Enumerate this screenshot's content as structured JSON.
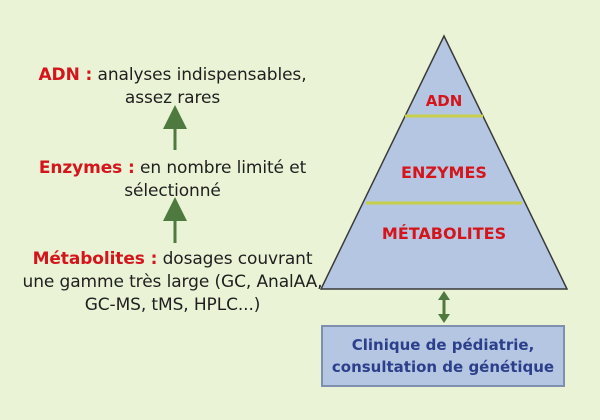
{
  "left_column": {
    "adn": {
      "label": "ADN :",
      "text": " analyses indispensables, assez rares"
    },
    "enzymes": {
      "label": "Enzymes :",
      "text": " en nombre limité et sélectionné"
    },
    "metabolites": {
      "label": "Métabolites :",
      "text": " dosages couvrant une gamme très large (GC, AnalAA, GC-MS, tMS, HPLC...)"
    }
  },
  "pyramid": {
    "levels": [
      "ADN",
      "ENZYMES",
      "MÉTABOLITES"
    ]
  },
  "clinic_box": {
    "line1": "Clinique de pédiatrie,",
    "line2": "consultation de génétique"
  },
  "colors": {
    "background": "#eaf3d6",
    "pyramid_fill": "#b5c6e2",
    "pyramid_stroke": "#3a3a3a",
    "level_divider": "#c8cf4a",
    "label_red": "#d4151b",
    "arrow_green": "#4f7a3f",
    "clinic_text": "#2b3f8a"
  }
}
